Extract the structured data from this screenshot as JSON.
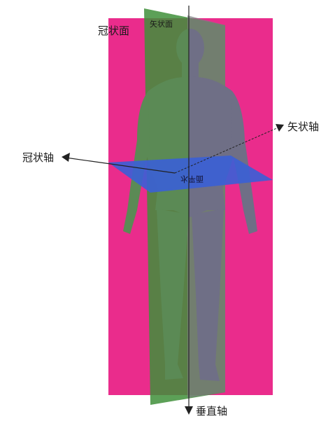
{
  "diagram": {
    "coronal_plane_label": "冠状面",
    "sagittal_plane_label": "矢状面",
    "horizontal_plane_label": "水平面",
    "coronal_axis_label": "冠状轴",
    "sagittal_axis_label": "矢状轴",
    "vertical_axis_label": "垂直轴",
    "colors": {
      "coronal_plane": "#ea2c8c",
      "sagittal_plane": "#3f8f3a",
      "horizontal_plane": "#3a5fd6",
      "body_left": "#5b8a55",
      "body_right": "#6f6f86"
    }
  }
}
